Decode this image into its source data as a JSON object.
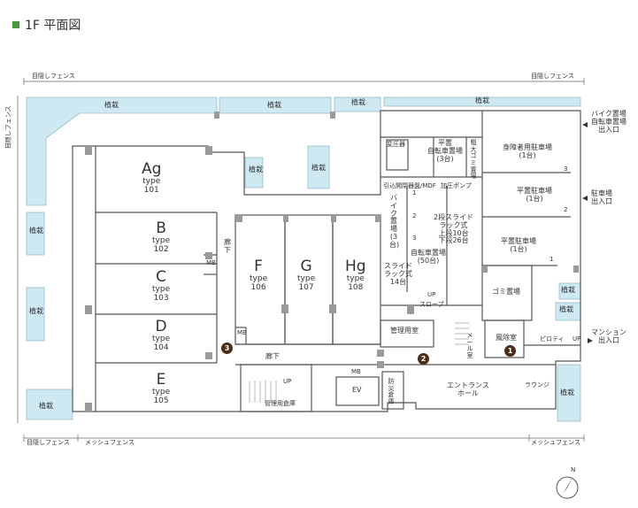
{
  "title": "1F 平面図",
  "fences": {
    "top_left": "目隠しフェンス",
    "top_right": "目隠しフェンス",
    "left_side": "目隠しフェンス",
    "bottom_left": "目隠しフェンス",
    "bottom_mesh_left": "メッシュフェンス",
    "bottom_mesh_right": "メッシュフェンス"
  },
  "planting_label": "植栽",
  "units": [
    {
      "name": "Ag",
      "type": "type",
      "number": "101"
    },
    {
      "name": "B",
      "type": "type",
      "number": "102"
    },
    {
      "name": "C",
      "type": "type",
      "number": "103"
    },
    {
      "name": "D",
      "type": "type",
      "number": "104"
    },
    {
      "name": "E",
      "type": "type",
      "number": "105"
    },
    {
      "name": "F",
      "type": "type",
      "number": "106"
    },
    {
      "name": "G",
      "type": "type",
      "number": "107"
    },
    {
      "name": "Hg",
      "type": "type",
      "number": "108"
    }
  ],
  "rooms": {
    "transformer": "変圧器",
    "bike_parking_flat": [
      "平置",
      "自転車置場",
      "(3台)"
    ],
    "bulky_waste": [
      "粗大ゴミ置場"
    ],
    "disabled_parking": [
      "身障者用駐車場",
      "(1台)"
    ],
    "flat_parking_a": [
      "平置駐車場",
      "(1台)"
    ],
    "flat_parking_b": [
      "平置駐車場",
      "(1台)"
    ],
    "mdf": "引込開閉器盤/MDF",
    "pump": "加圧ポンプ",
    "bike_area": [
      "バイク置場",
      "(3台)"
    ],
    "rack_two_tier": [
      "2段スライド",
      "ラック式",
      "上段10台",
      "下段26台"
    ],
    "bicycle_parking": [
      "自転車置場",
      "(50台)"
    ],
    "slide_rack": [
      "スライド",
      "ラック式",
      "14台"
    ],
    "garbage": "ゴミ置場",
    "manager": "管理用室",
    "windbreak": "風除室",
    "mail": "メール室",
    "piloti": "ピロティ",
    "entrance": [
      "エントランス",
      "ホール"
    ],
    "lounge": "ラウンジ",
    "storage": "管理用倉庫",
    "disaster_storage": "防災倉庫",
    "ev": "EV",
    "mb": "MB",
    "corridor": "廊下",
    "slope": "スロープ",
    "up": "UP"
  },
  "slots": {
    "disabled": "3",
    "flat_a": "2",
    "flat_b": "1",
    "bike_a": "1",
    "bike_b": "2",
    "bike_c": "3"
  },
  "side_labels": {
    "bike_entrance": [
      "バイク置場",
      "自転車置場",
      "出入口"
    ],
    "car_entrance": [
      "駐車場",
      "出入口"
    ],
    "mansion_entrance": [
      "マンション",
      "出入口"
    ]
  },
  "markers": [
    "1",
    "2",
    "3"
  ],
  "compass": "N",
  "colors": {
    "planting": "#cfe9f3",
    "wall": "#9a9a9a",
    "line": "#555555",
    "marker": "#4a2e1a",
    "accent": "#4a9a3a"
  }
}
